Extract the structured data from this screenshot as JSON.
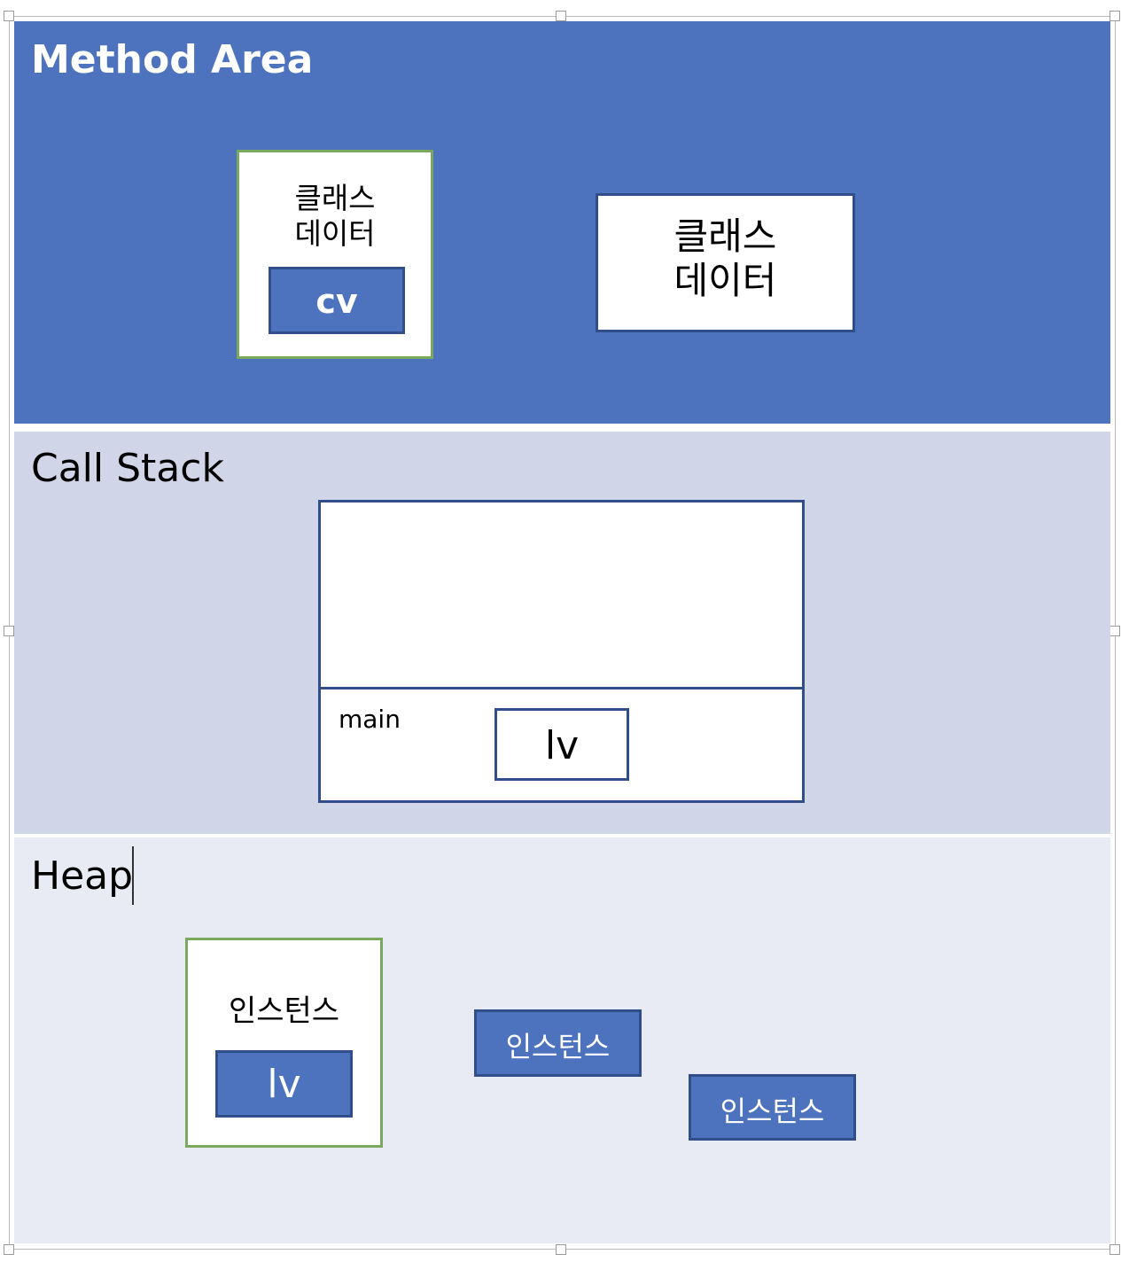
{
  "method_area": {
    "title": "Method Area",
    "class_data_with_cv": {
      "label": "클래스\n데이터",
      "var": "cv"
    },
    "class_data": {
      "label": "클래스\n데이터"
    }
  },
  "call_stack": {
    "title": "Call Stack",
    "frame": {
      "name": "main",
      "var": "lv"
    }
  },
  "heap": {
    "title": "Heap",
    "instance_with_var": {
      "label": "인스턴스",
      "var": "lv"
    },
    "instance_2": {
      "label": "인스턴스"
    },
    "instance_3": {
      "label": "인스턴스"
    }
  },
  "colors": {
    "method_area_bg": "#4e73be",
    "call_stack_bg": "#d0d6e8",
    "heap_bg": "#e8ebf4",
    "green_border": "#7aa85c",
    "navy_border": "#2f4e8a"
  }
}
